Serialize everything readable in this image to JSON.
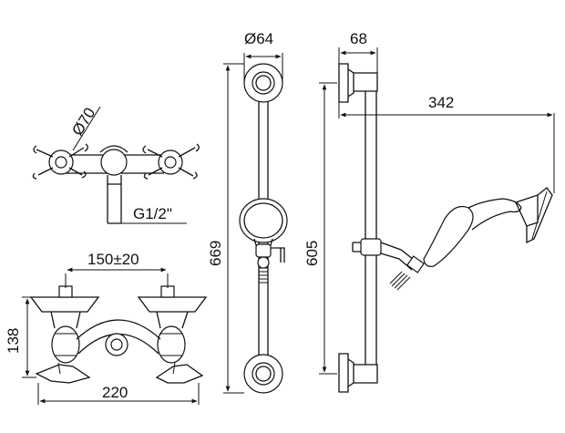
{
  "dimensions": {
    "bar_diameter": "Ø64",
    "bracket_depth": "68",
    "handle_reach": "342",
    "handle_diameter": "Ø70",
    "thread": "G1/2\"",
    "bar_length": "669",
    "bracket_spacing": "605",
    "centers": "150±20",
    "mixer_height": "138",
    "mixer_width": "220"
  }
}
